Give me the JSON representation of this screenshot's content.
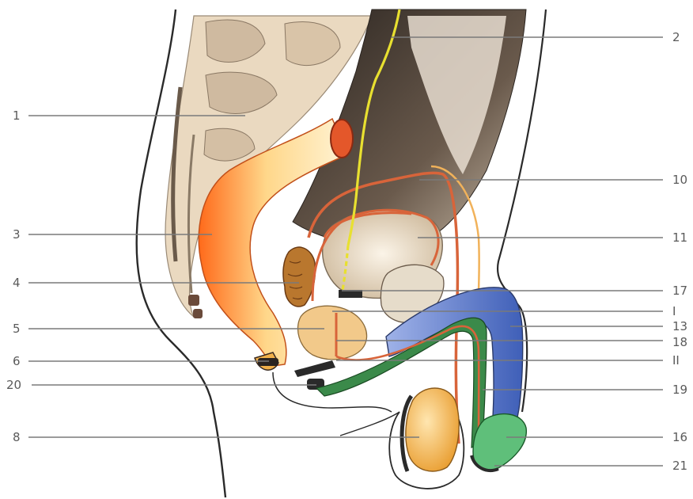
{
  "labels_left": [
    {
      "id": "l1",
      "text": "1"
    },
    {
      "id": "l3",
      "text": "3"
    },
    {
      "id": "l4",
      "text": "4"
    },
    {
      "id": "l5",
      "text": "5"
    },
    {
      "id": "l6",
      "text": "6"
    },
    {
      "id": "l20",
      "text": "20"
    },
    {
      "id": "l8",
      "text": "8"
    }
  ],
  "labels_right": [
    {
      "id": "r2",
      "text": "2"
    },
    {
      "id": "r10",
      "text": "10"
    },
    {
      "id": "r11",
      "text": "11"
    },
    {
      "id": "r17",
      "text": "17"
    },
    {
      "id": "rI",
      "text": "I"
    },
    {
      "id": "r13",
      "text": "13"
    },
    {
      "id": "r18",
      "text": "18"
    },
    {
      "id": "rII",
      "text": "II"
    },
    {
      "id": "r19",
      "text": "19"
    },
    {
      "id": "r16",
      "text": "16"
    },
    {
      "id": "r21",
      "text": "21"
    }
  ],
  "colors": {
    "outline": "#2a2a2a",
    "sacrum_bone": "#d8c7b0",
    "pelvic_tissue_dark": "#3a2f28",
    "rectum": "#f5a23a",
    "rectum_highlight": "#fff1c8",
    "nerve": "#e8e030",
    "vessel": "#d8643a",
    "bladder": "#efe2cc",
    "seminal_vesicle": "#b9772e",
    "prostate": "#f2c98a",
    "penis_blue": "#5b78c8",
    "urethra_green": "#3b8a4a",
    "testis": "#f3b24a",
    "glans": "#5fbf7a",
    "leader": "#7a7a7a"
  }
}
